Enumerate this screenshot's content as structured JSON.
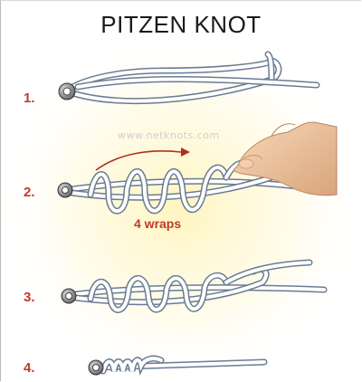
{
  "title": "PITZEN KNOT",
  "steps": [
    {
      "label": "1."
    },
    {
      "label": "2."
    },
    {
      "label": "3."
    },
    {
      "label": "4."
    }
  ],
  "annotation": "4 wraps",
  "watermark": "www.netknots.com",
  "colors": {
    "step_number": "#c0392b",
    "annotation": "#c0392b",
    "line_fill": "#ffffff",
    "line_outline": "#6a7c93",
    "eye_metal": "#7b7b7b",
    "background_glow": "#fff7c9",
    "skin": "#f0caa4",
    "arrow": "#b03020"
  },
  "icons": {
    "eye": "hook-eye-icon",
    "hand": "finger-icon",
    "arrow": "direction-arrow-icon"
  }
}
